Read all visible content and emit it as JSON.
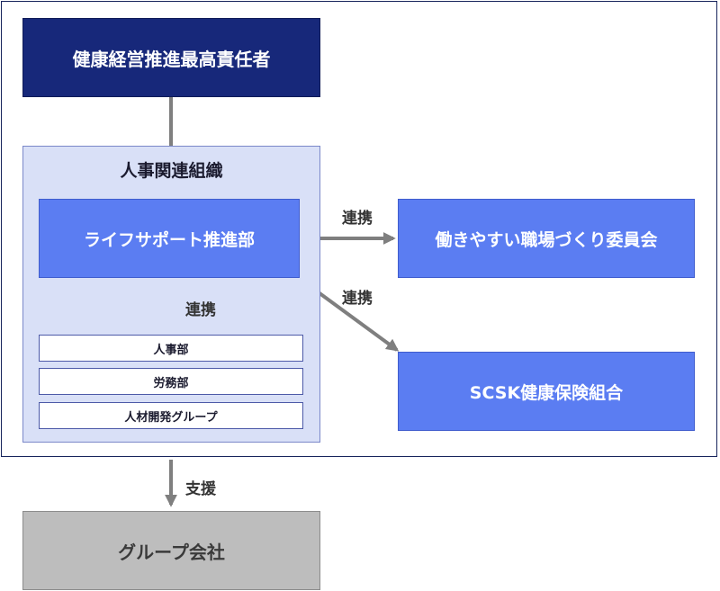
{
  "nodes": {
    "ceo": "健康経営推進最高責任者",
    "hr_group": "人事関連組織",
    "life_support": "ライフサポート推進部",
    "committee": "働きやすい職場づくり委員会",
    "kenpo": "SCSK健康保険組合",
    "depts": [
      "人事部",
      "労務部",
      "人材開発グループ"
    ],
    "group_companies": "グループ会社"
  },
  "edge_labels": {
    "lsd_committee": "連携",
    "lsd_kenpo": "連携",
    "lsd_depts": "連携",
    "support": "支援"
  },
  "colors": {
    "navy": "#17287a",
    "blue": "#5b7df2",
    "group_bg": "#d9e0f7",
    "gray": "#bdbdbd",
    "arrow": "#7f7f7f"
  }
}
